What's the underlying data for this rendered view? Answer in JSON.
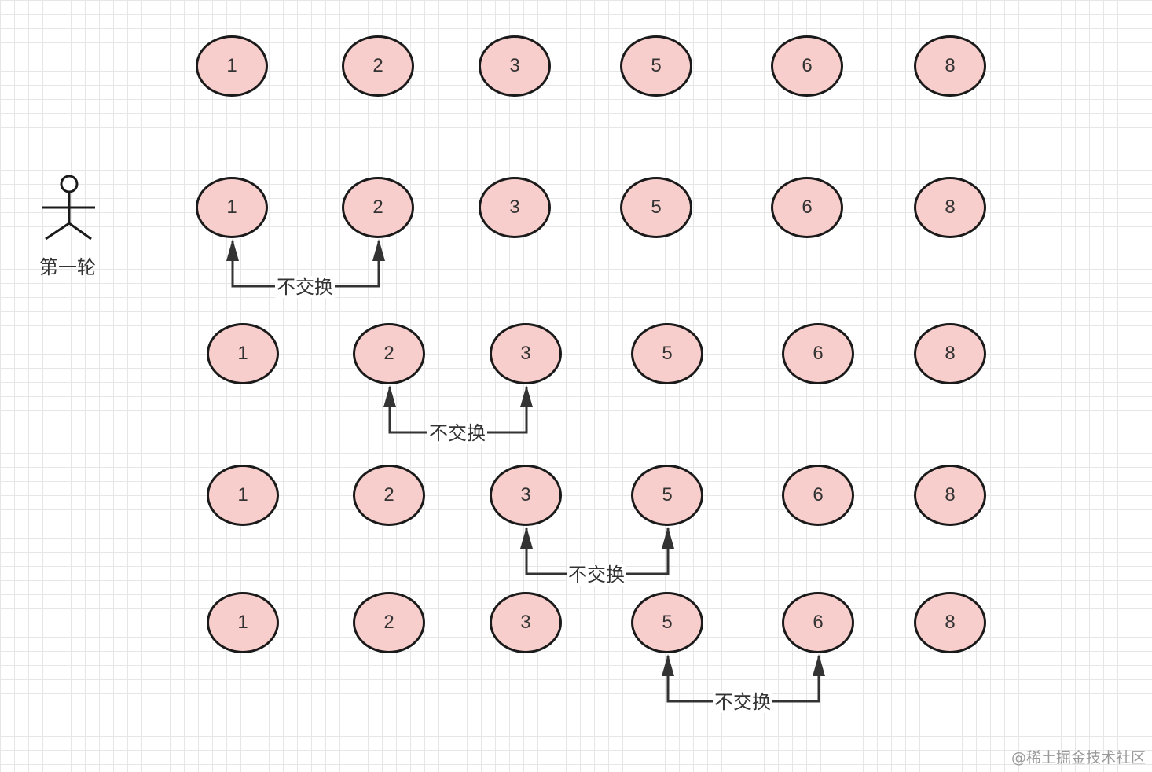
{
  "rows": [
    {
      "values": [
        "1",
        "2",
        "3",
        "5",
        "6",
        "8"
      ]
    },
    {
      "values": [
        "1",
        "2",
        "3",
        "5",
        "6",
        "8"
      ]
    },
    {
      "values": [
        "1",
        "2",
        "3",
        "5",
        "6",
        "8"
      ]
    },
    {
      "values": [
        "1",
        "2",
        "3",
        "5",
        "6",
        "8"
      ]
    },
    {
      "values": [
        "1",
        "2",
        "3",
        "5",
        "6",
        "8"
      ]
    }
  ],
  "actor": {
    "label": "第一轮",
    "icon": "stick-figure-icon"
  },
  "comparisons": [
    {
      "label": "不交换"
    },
    {
      "label": "不交换"
    },
    {
      "label": "不交换"
    },
    {
      "label": "不交换"
    }
  ],
  "watermark": "@稀土掘金技术社区",
  "colors": {
    "node_fill": "#f8cecc",
    "node_stroke": "#1a1a1a",
    "connector": "#333333",
    "grid": "#e6e6e6"
  }
}
